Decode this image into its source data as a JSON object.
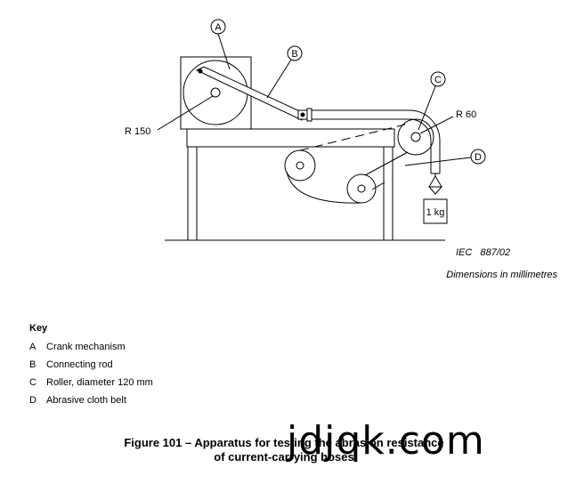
{
  "callouts": {
    "a": "A",
    "b": "B",
    "c": "C",
    "d": "D"
  },
  "dimensions": {
    "crank_radius": "R 150",
    "roller_radius": "R 60"
  },
  "weight_label": "1 kg",
  "reference": "IEC   887/02",
  "units_note": "Dimensions in millimetres",
  "key": {
    "title": "Key",
    "items": [
      {
        "letter": "A",
        "text": "Crank mechanism"
      },
      {
        "letter": "B",
        "text": "Connecting rod"
      },
      {
        "letter": "C",
        "text": "Roller, diameter 120 mm"
      },
      {
        "letter": "D",
        "text": "Abrasive cloth belt"
      }
    ]
  },
  "caption": {
    "line1": "Figure 101 – Apparatus for testing the abrasion resistance",
    "line2": "of current-carrying hoses"
  },
  "watermark": "jdjqk.com"
}
